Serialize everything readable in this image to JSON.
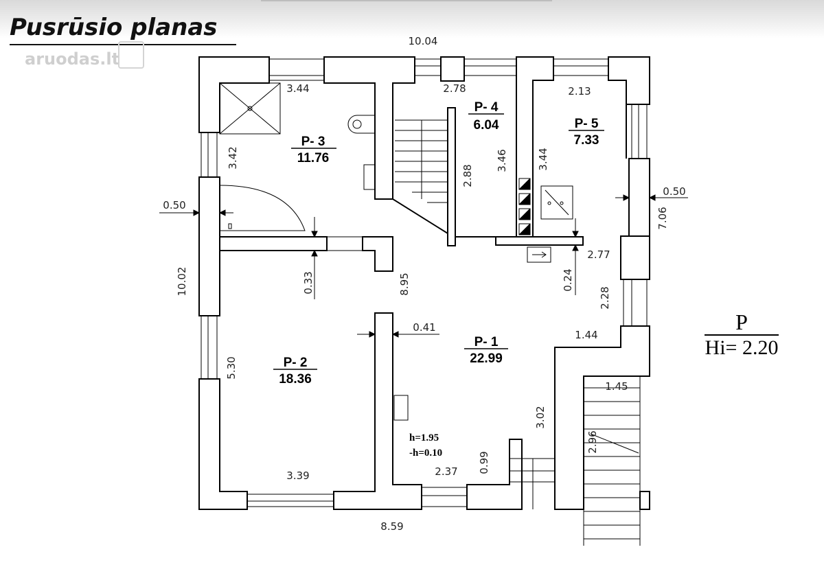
{
  "page": {
    "title": "Pusrūsio planas",
    "watermark": "aruodas.lt"
  },
  "rooms": [
    {
      "id": "P- 1",
      "area": "22.99"
    },
    {
      "id": "P- 2",
      "area": "18.36"
    },
    {
      "id": "P- 3",
      "area": "11.76"
    },
    {
      "id": "P- 4",
      "area": "6.04"
    },
    {
      "id": "P- 5",
      "area": "7.33"
    }
  ],
  "dimensions": {
    "top_width": "10.04",
    "bottom_width": "8.59",
    "left_height": "10.02",
    "right_height": "7.06",
    "left_wall": "0.50",
    "right_wall": "0.50",
    "p3_width": "3.44",
    "p3_height": "3.42",
    "p4_width": "2.78",
    "p4_height": "3.46",
    "stair_p4": "2.88",
    "p5_width": "2.13",
    "p5_height": "3.44",
    "p1_length": "8.95",
    "p1_wall_thickness": "0.41",
    "p1_right_upper": "2.77",
    "p1_right_step": "0.24",
    "p1_right_side": "2.28",
    "p1_right_width": "1.44",
    "p1_lower_right": "3.02",
    "p1_bottom": "2.37",
    "p1_bottom_wall": "0.99",
    "p2_height": "5.30",
    "p2_width": "3.39",
    "p2_top_gap": "0.33",
    "stair_width": "1.45",
    "stair_length": "2.96"
  },
  "notes": {
    "h": "h=1.95",
    "minus_h": "-h=0.10"
  },
  "legend": {
    "floor": "P",
    "height": "Hi= 2.20"
  },
  "colors": {
    "wall": "#ffffff",
    "line": "#000000"
  }
}
